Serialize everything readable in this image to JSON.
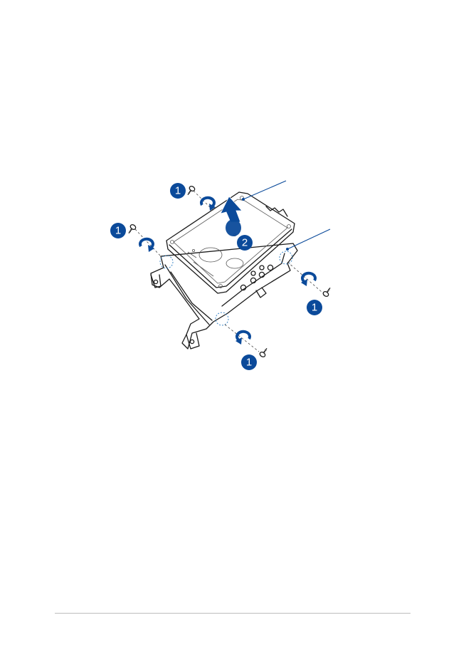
{
  "colors": {
    "accent": "#0b4a9a",
    "accent_light": "#3a86c8",
    "line": "#1a1a1a",
    "rule": "#bdbdbd"
  },
  "callouts": [
    {
      "label": "1"
    },
    {
      "label": "1"
    },
    {
      "label": "1"
    },
    {
      "label": "1"
    },
    {
      "label": "2"
    }
  ]
}
